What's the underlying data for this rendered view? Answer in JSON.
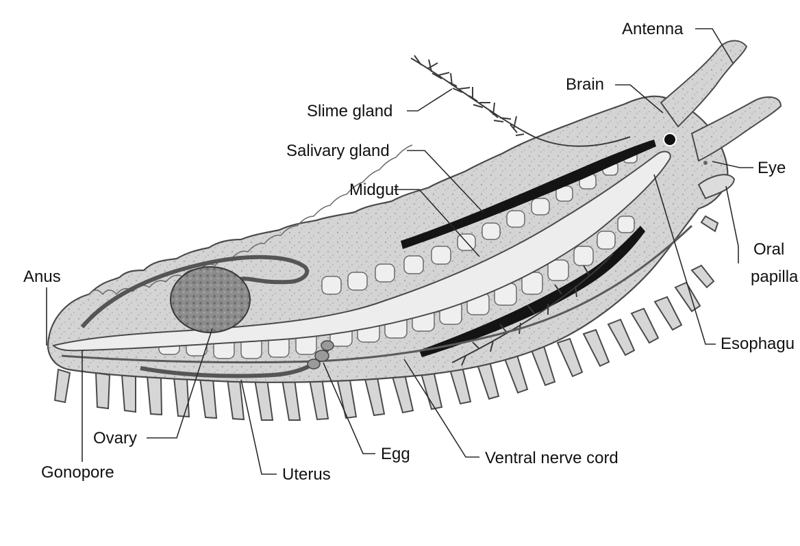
{
  "diagram": {
    "labels": {
      "antenna": "Antenna",
      "brain": "Brain",
      "slime_gland": "Slime gland",
      "salivary_gland": "Salivary gland",
      "midgut": "Midgut",
      "eye": "Eye",
      "oral_papilla_line1": "Oral",
      "oral_papilla_line2": "papilla",
      "anus": "Anus",
      "esophagus": "Esophagu",
      "ovary": "Ovary",
      "gonopore": "Gonopore",
      "egg": "Egg",
      "uterus": "Uterus",
      "ventral_nerve_cord": "Ventral nerve cord"
    },
    "colors": {
      "body": "#d2d2d2",
      "body_outline": "#4a4a4a",
      "gut": "#ececec",
      "ovary": "#8f8f8f",
      "gland_dark": "#141414",
      "background": "#ffffff"
    }
  }
}
